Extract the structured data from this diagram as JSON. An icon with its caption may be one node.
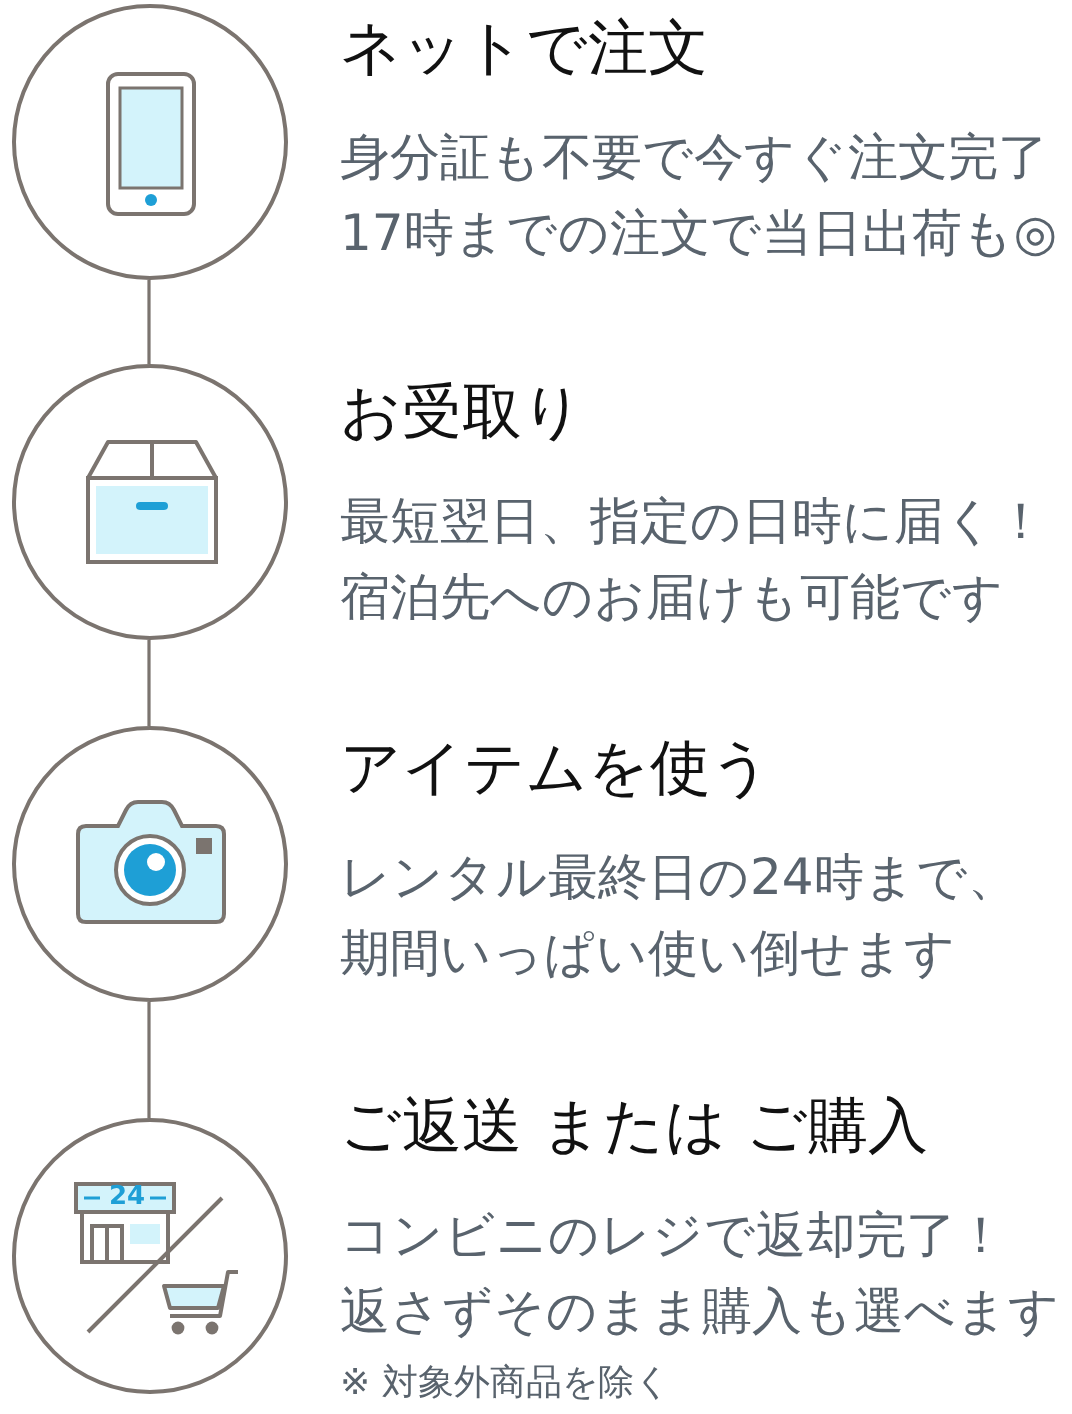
{
  "diagram": {
    "nodes": [
      {
        "text": [],
        "shape": "circle",
        "beside": [
          "ネットで注文",
          "身分証も不要で今すぐ注文完了",
          "17時までの注文で当日出荷も◎"
        ]
      },
      {
        "text": [],
        "shape": "circle",
        "beside": [
          "お受取り",
          "最短翌日、指定の日時に届く！",
          "宿泊先へのお届けも可能です"
        ]
      },
      {
        "text": [],
        "shape": "circle",
        "beside": [
          "アイテムを使う",
          "レンタル最終日の24時まで、",
          "期間いっぱい使い倒せます"
        ]
      },
      {
        "text": [],
        "shape": "circle",
        "beside": [
          "ご返送 または ご購入",
          "コンビニのレジで返却完了！",
          "返さずそのまま購入も選べます"
        ]
      }
    ],
    "edges": [
      {
        "from": 0,
        "to": 1,
        "arrow": "none"
      },
      {
        "from": 1,
        "to": 2,
        "arrow": "none"
      },
      {
        "from": 2,
        "to": 3,
        "arrow": "none"
      }
    ],
    "labels": [
      "24",
      "※ 対象外商品を除く"
    ]
  }
}
